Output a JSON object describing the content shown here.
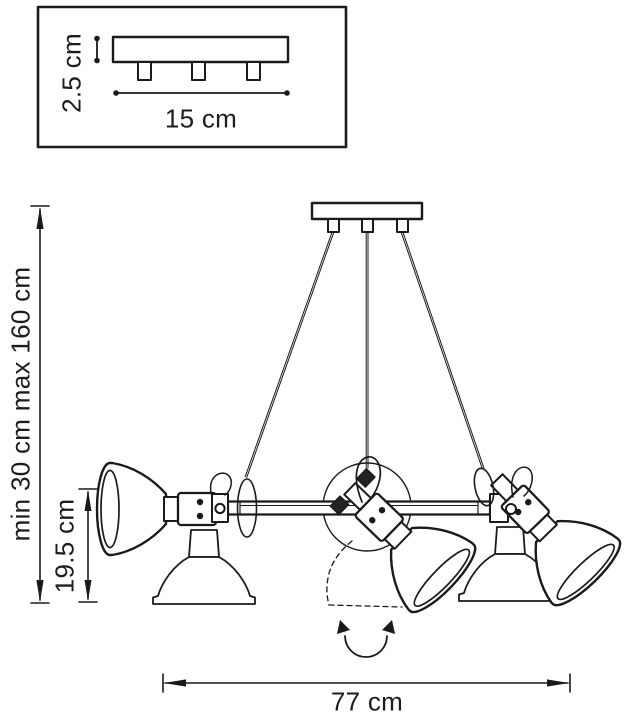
{
  "diagram": {
    "inset": {
      "height_label": "2.5 cm",
      "width_label": "15 cm"
    },
    "dimensions": {
      "suspension_height_label": "min 30 cm max 160 cm",
      "shade_height_label": "19.5 cm",
      "overall_width_label": "77 cm"
    },
    "colors": {
      "line": "#1a1a1a",
      "background": "#ffffff"
    }
  }
}
